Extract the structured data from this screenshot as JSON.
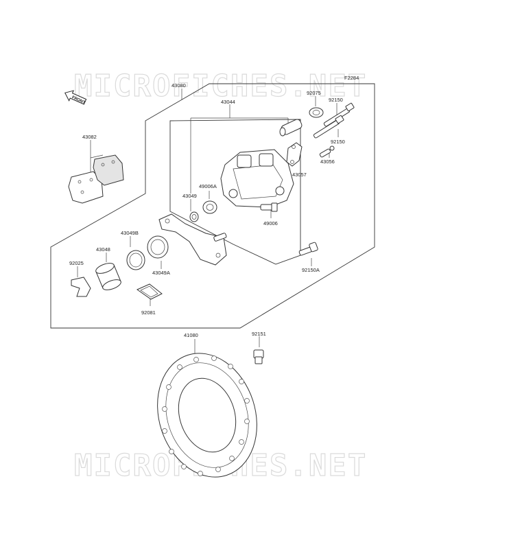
{
  "watermark": "MICROFICHES.NET",
  "diagram_code": "F2284",
  "front_label": "FRONT",
  "labels": {
    "p43080": "43080",
    "p43044": "43044",
    "p92075": "92075",
    "p92150a": "92150",
    "p92150b": "92150",
    "p43082": "43082",
    "p43057": "43057",
    "p43056": "43056",
    "p49006a": "49006A",
    "p43049": "43049",
    "p49006": "49006",
    "p43049b": "43049B",
    "p43048": "43048",
    "p92025": "92025",
    "p43049a": "43049A",
    "p92150a2": "92150A",
    "p92081": "92081",
    "p41080": "41080",
    "p92151": "92151"
  }
}
